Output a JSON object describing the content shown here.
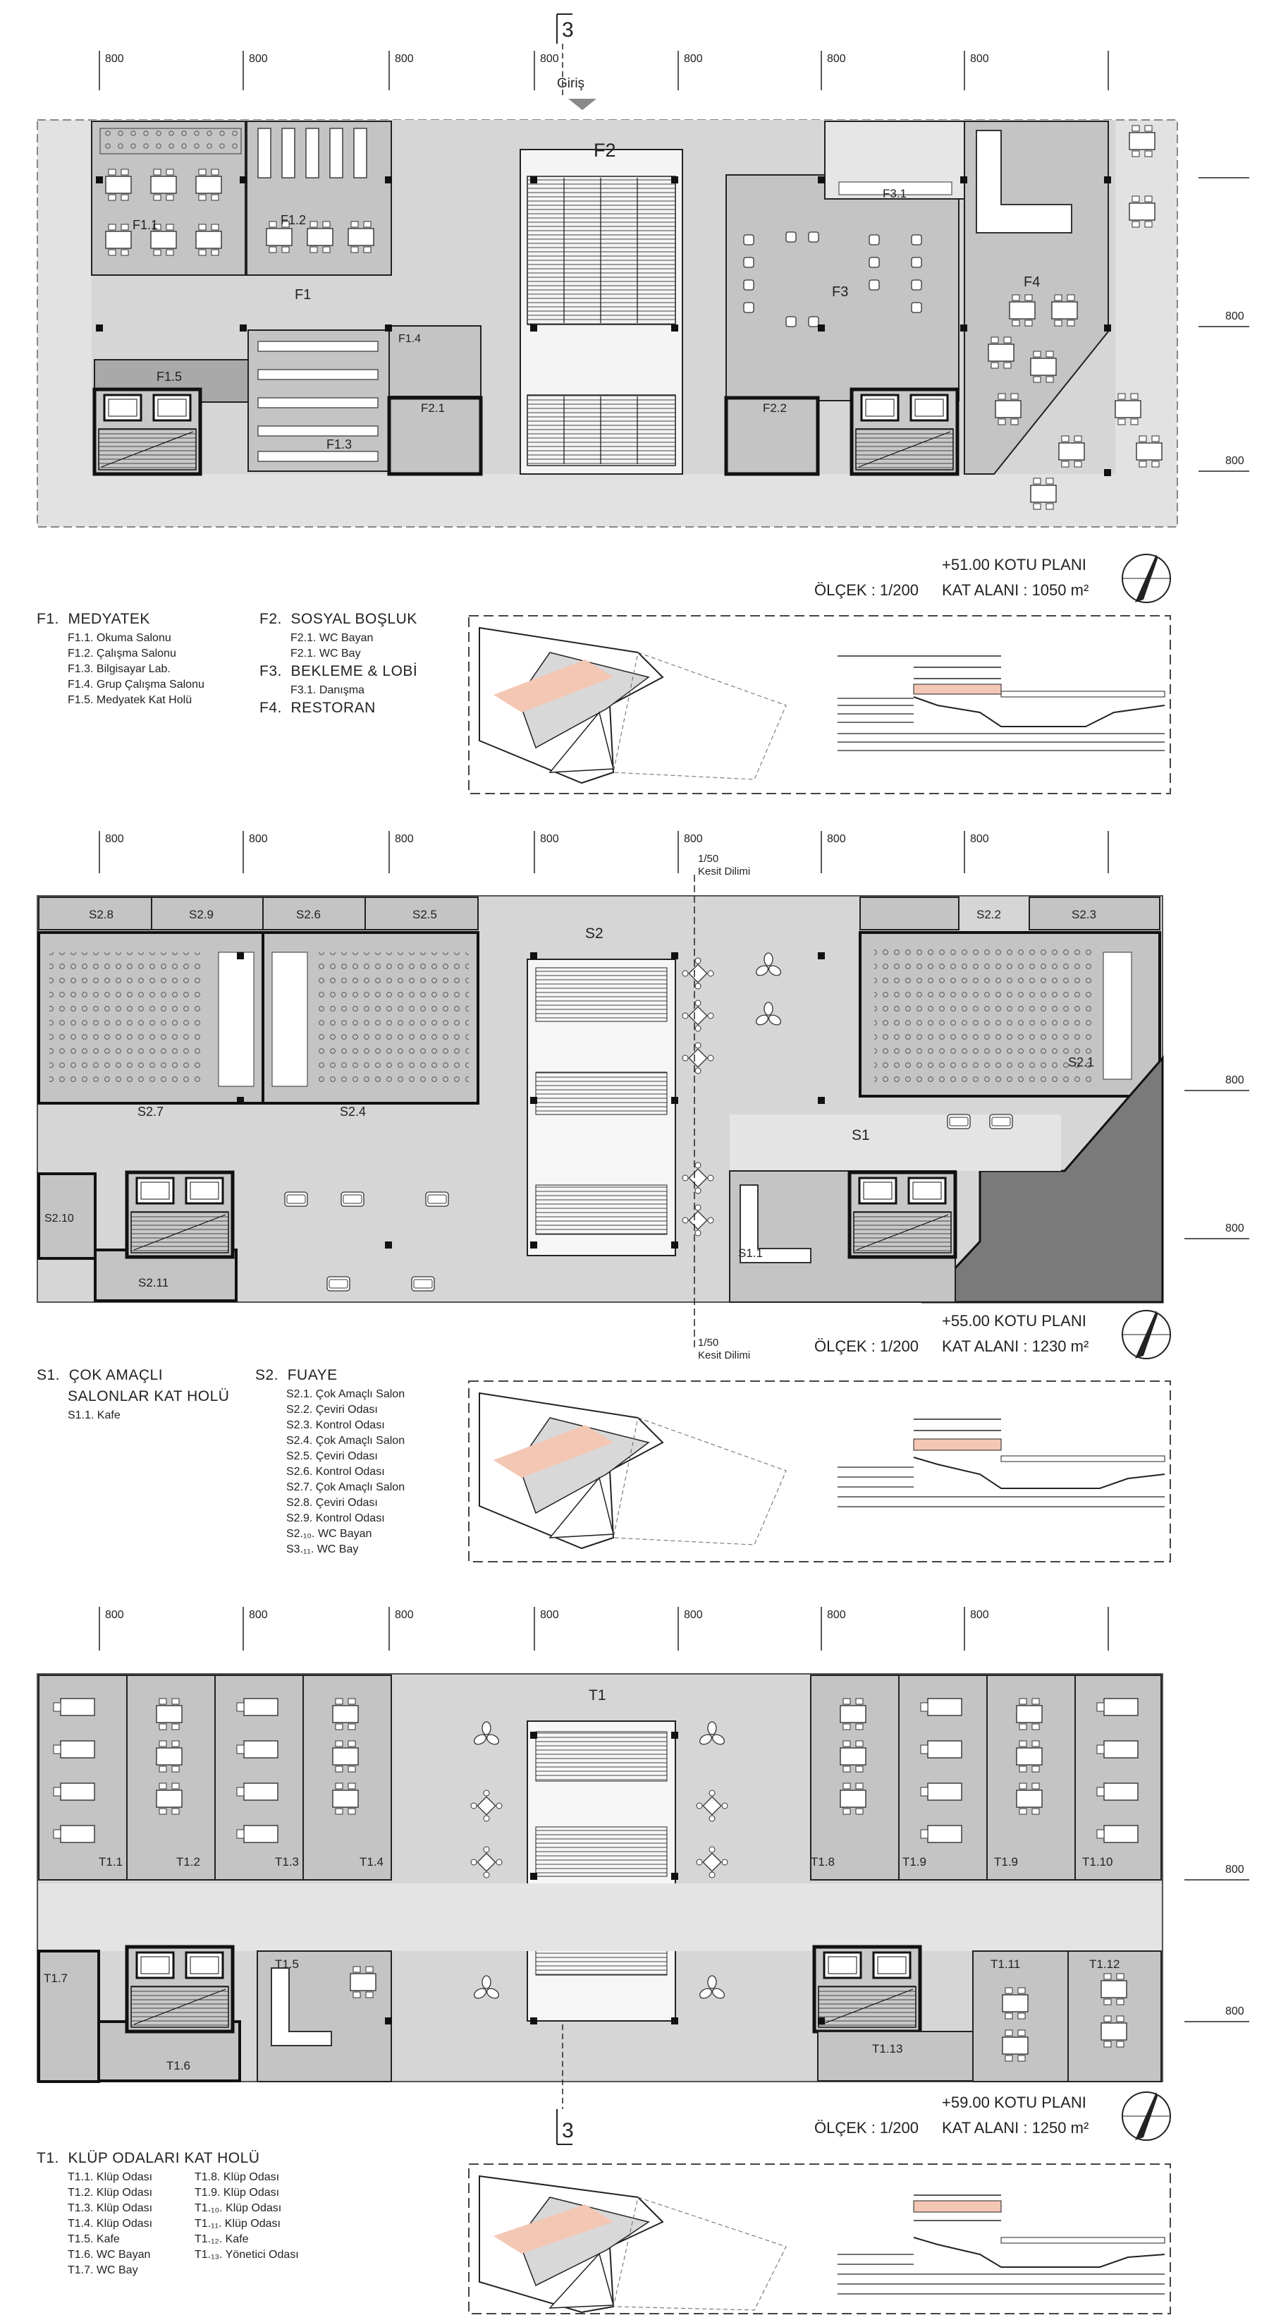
{
  "dim_label": "800",
  "section_marker": "3",
  "entrance_label": "Giriş",
  "cut_label": {
    "scale": "1/50",
    "name": "Kesit Dilimi"
  },
  "floors": [
    {
      "id": "floor-51",
      "level_title": "+51.00 KOTU PLANI",
      "scale": "ÖLÇEK : 1/200",
      "area": "KAT ALANI : 1050 m²",
      "room_labels": [
        "F2",
        "F1.1",
        "F1.2",
        "F1",
        "F1.4",
        "F1.5",
        "F2.1",
        "F1.3",
        "F3.1",
        "F3",
        "F2.2",
        "F4"
      ],
      "legend": {
        "col1": [
          {
            "code": "F1.",
            "name": "MEDYATEK",
            "subs": [
              "F1.1. Okuma Salonu",
              "F1.2. Çalışma Salonu",
              "F1.3. Bilgisayar Lab.",
              "F1.4. Grup Çalışma Salonu",
              "F1.5. Medyatek Kat Holü"
            ]
          }
        ],
        "col2": [
          {
            "code": "F2.",
            "name": "SOSYAL BOŞLUK",
            "subs": [
              "F2.1. WC Bayan",
              "F2.1. WC Bay"
            ]
          },
          {
            "code": "F3.",
            "name": "BEKLEME & LOBİ",
            "subs": [
              "F3.1. Danışma"
            ]
          },
          {
            "code": "F4.",
            "name": "RESTORAN",
            "subs": []
          }
        ]
      }
    },
    {
      "id": "floor-55",
      "level_title": "+55.00 KOTU PLANI",
      "scale": "ÖLÇEK : 1/200",
      "area": "KAT ALANI : 1230 m²",
      "room_labels": [
        "S2.8",
        "S2.9",
        "S2.6",
        "S2.5",
        "S2",
        "S2.2",
        "S2.3",
        "S2.7",
        "S2.4",
        "S2.1",
        "S1",
        "S2.10",
        "S1.1",
        "S2.11"
      ],
      "legend": {
        "col1": [
          {
            "code": "S1.",
            "name": "ÇOK AMAÇLI",
            "name2": "SALONLAR KAT HOLÜ",
            "subs": [
              "S1.1. Kafe"
            ]
          }
        ],
        "col2": [
          {
            "code": "S2.",
            "name": "FUAYE",
            "subs": [
              "S2.1. Çok Amaçlı Salon",
              "S2.2. Çeviri Odası",
              "S2.3. Kontrol Odası",
              "S2.4. Çok Amaçlı Salon",
              "S2.5. Çeviri Odası",
              "S2.6. Kontrol Odası",
              "S2.7. Çok Amaçlı Salon",
              "S2.8. Çeviri Odası",
              "S2.9. Kontrol Odası",
              "S2.₁₀. WC Bayan",
              "S3.₁₁. WC Bay"
            ]
          }
        ]
      }
    },
    {
      "id": "floor-59",
      "level_title": "+59.00 KOTU PLANI",
      "scale": "ÖLÇEK : 1/200",
      "area": "KAT ALANI : 1250 m²",
      "room_labels": [
        "T1",
        "T1.1",
        "T1.2",
        "T1.3",
        "T1.4",
        "T1.8",
        "T1.9",
        "T1.9",
        "T1.10",
        "T1.7",
        "T1.5",
        "T1.11",
        "T1.12",
        "T1.6",
        "T1.13"
      ],
      "legend": {
        "col1": [
          {
            "code": "T1.",
            "name": "KLÜP ODALARI  KAT HOLÜ",
            "subs": [
              "T1.1. Klüp Odası",
              "T1.2. Klüp Odası",
              "T1.3. Klüp Odası",
              "T1.4. Klüp Odası",
              "T1.5. Kafe",
              "T1.6. WC Bayan",
              "T1.7. WC Bay"
            ]
          }
        ],
        "col2": [
          {
            "code": "",
            "name": "",
            "subs": [
              "T1.8. Klüp Odası",
              "T1.9. Klüp Odası",
              "T1.₁₀. Klüp Odası",
              "T1.₁₁. Klüp Odası",
              "T1.₁₂. Kafe",
              "T1.₁₃. Yönetici Odası"
            ]
          }
        ]
      }
    }
  ],
  "colors": {
    "plan_fill": "#d3d3d3",
    "room_fill": "#c4c4c4",
    "dark_fill": "#7a7a7a",
    "wall": "#1a1a1a",
    "highlight": "#f4c7b5"
  }
}
